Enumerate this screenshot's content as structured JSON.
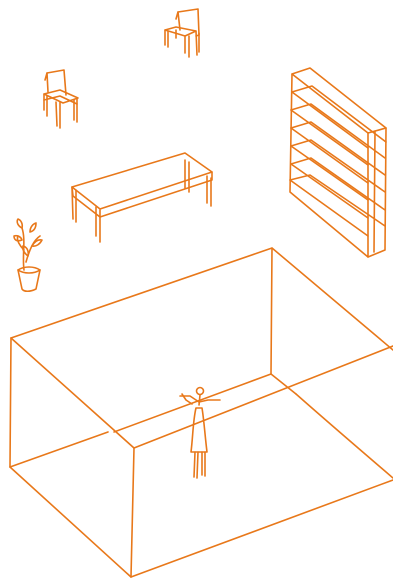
{
  "illustration": {
    "stroke_color": "#E8781A",
    "background_color": "#FFFFFF",
    "objects": [
      {
        "name": "chair",
        "count": 2
      },
      {
        "name": "bookshelf",
        "count": 1
      },
      {
        "name": "table",
        "count": 1
      },
      {
        "name": "potted-plant",
        "count": 1
      },
      {
        "name": "room-box",
        "count": 1
      },
      {
        "name": "person",
        "count": 1
      }
    ]
  }
}
